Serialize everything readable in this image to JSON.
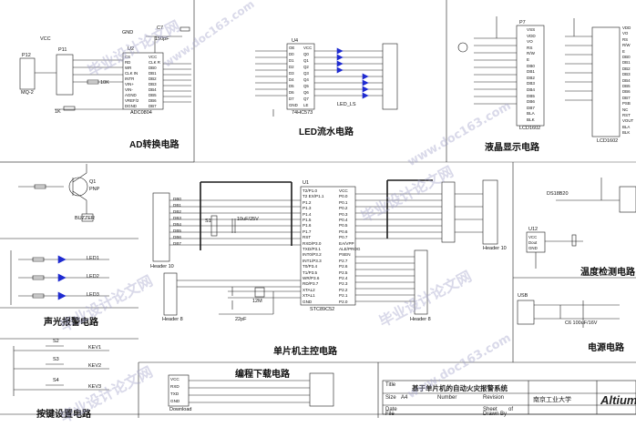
{
  "sections": {
    "ad": "AD转换电路",
    "led": "LED流水电路",
    "lcd": "液晶显示电路",
    "mcu": "单片机主控电路",
    "sound_light": "声光报警电路",
    "temp": "温度检测电路",
    "key": "按键设置电路",
    "download": "编程下载电路",
    "power": "电源电路"
  },
  "components": {
    "adc_chip": "ADC0804",
    "adc_ref": "U2",
    "mq": "MQ-2",
    "p12": "P12",
    "p11": "P11",
    "latch": "74HC573",
    "led_ref": "U4",
    "led_bar": "LED_LS",
    "lcd_chip": "LCD1602",
    "lcd_ref": "P7",
    "lcd_right": "LCD1602",
    "mcu_chip": "STC89C52",
    "mcu_ref": "U1",
    "ds18b20": "DS18B20",
    "ds_ref": "U12",
    "buzzer": "BUZZER",
    "transistor": "PNP",
    "q1": "Q1",
    "header10": "Header 10",
    "header8": "Header 8",
    "download_label": "Download",
    "usb": "USB",
    "cap_c7": "C7",
    "cap_c7_val": "150pF",
    "cap_c1": "10uF/25V",
    "crystal": "12M",
    "c2": "22pF",
    "c3": "22pF",
    "res_10k": "10K",
    "res_1k": "1K",
    "vcc": "VCC",
    "gnd": "GND",
    "led1": "LED1",
    "led2": "LED2",
    "led3": "LED3",
    "kev1": "KEV1",
    "kev2": "KEV2",
    "kev3": "KEV3",
    "s1": "S1",
    "s2": "S2",
    "s3": "S3",
    "s4": "S4",
    "c6": "C6 100uF/16V"
  },
  "mcu_pins_left": [
    "T2/P1.0",
    "T2 EX/P1.1",
    "P1.2",
    "P1.3",
    "P1.4",
    "P1.5",
    "P1.6",
    "P1.7",
    "RST",
    "RXD/P3.0",
    "TXD/P3.1",
    "INT0/P3.2",
    "INT1/P3.3",
    "T0/P3.4",
    "T1/P3.5",
    "WR/P3.6",
    "RD/P3.7",
    "XTAL2",
    "XTAL1",
    "GND"
  ],
  "mcu_pins_right": [
    "VCC",
    "P0.0",
    "P0.1",
    "P0.2",
    "P0.3",
    "P0.4",
    "P0.5",
    "P0.6",
    "P0.7",
    "EA/VPP",
    "ALE/PROG",
    "PSEN",
    "P2.7",
    "P2.6",
    "P2.5",
    "P2.4",
    "P2.3",
    "P2.2",
    "P2.1",
    "P2.0"
  ],
  "adc_pins_left": [
    "CS",
    "RD",
    "WR",
    "CLK IN",
    "INTR",
    "VIN+",
    "VIN-",
    "AGND",
    "VREF/2",
    "DGND"
  ],
  "adc_pins_right": [
    "VCC",
    "CLK R",
    "DB0",
    "DB1",
    "DB2",
    "DB3",
    "DB4",
    "DB5",
    "DB6",
    "DB7"
  ],
  "lcd_pins": [
    "VSS",
    "VDD",
    "VO",
    "RS",
    "R/W",
    "E",
    "DB0",
    "DB1",
    "DB2",
    "DB3",
    "DB4",
    "DB5",
    "DB6",
    "DB7",
    "BLA",
    "BLK"
  ],
  "latch_left": [
    "OE",
    "D0",
    "D1",
    "D2",
    "D3",
    "D4",
    "D5",
    "D6",
    "D7",
    "GND"
  ],
  "latch_right": [
    "VCC",
    "Q0",
    "Q1",
    "Q2",
    "Q3",
    "Q4",
    "Q5",
    "Q6",
    "Q7",
    "LE"
  ],
  "db_nets": [
    "DB0",
    "DB1",
    "DB2",
    "DB3",
    "DB4",
    "DB5",
    "DB6",
    "DB7"
  ],
  "right_pins": [
    "VDD",
    "VO",
    "RS",
    "R/W",
    "E",
    "DB0",
    "DB1",
    "DB2",
    "DB3",
    "DB4",
    "DB5",
    "DB6",
    "DB7",
    "PSB",
    "NC",
    "RST",
    "VOUT",
    "BLA",
    "BLK"
  ],
  "ds_pins": [
    "VCC",
    "Dout",
    "GND"
  ],
  "download_pins": [
    "VCC",
    "RXD",
    "TXD",
    "GND"
  ],
  "title_block": {
    "label_title": "Title",
    "title": "基于单片机的自动火灾报警系统",
    "label_size": "Size",
    "size": "A4",
    "label_number": "Number",
    "label_revision": "Revision",
    "label_date": "Date",
    "label_file": "File",
    "label_sheet": "Sheet",
    "label_of": "of",
    "label_drawn": "Drawn By",
    "org": "南京工业大学",
    "brand": "Altium"
  },
  "watermark": "毕业设计论文网",
  "watermark_url": "www.doc163.com"
}
